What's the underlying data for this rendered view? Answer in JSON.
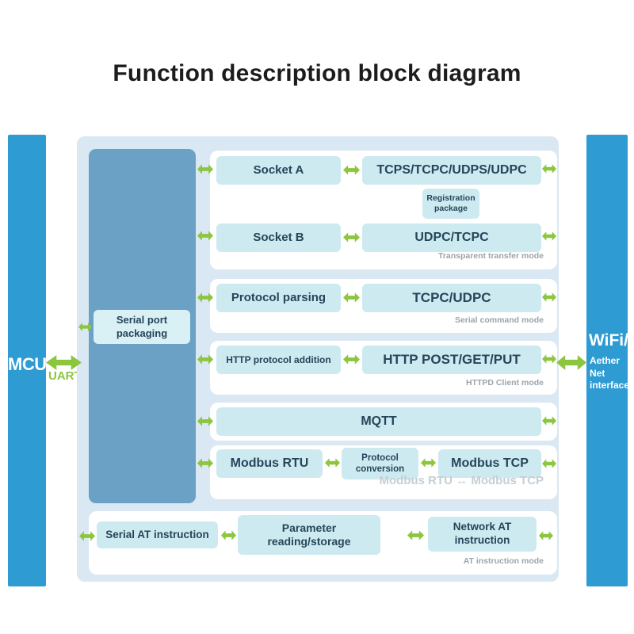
{
  "title": "Function description block diagram",
  "mcu": {
    "label": "MCU"
  },
  "uart": {
    "label": "UART"
  },
  "wifi": {
    "line1": "WiFi/",
    "line2": "Aether",
    "line3": "Net\ninterface"
  },
  "serial_port_packaging": {
    "label": "Serial port\npackaging"
  },
  "sections": {
    "transparent": {
      "socket_a": "Socket A",
      "socket_a_protocols": "TCPS/TCPC/UDPS/UDPC",
      "registration_package": "Registration\npackage",
      "socket_b": "Socket B",
      "socket_b_protocols": "UDPC/TCPC",
      "mode_label": "Transparent transfer mode"
    },
    "serial_command": {
      "left": "Protocol parsing",
      "right": "TCPC/UDPC",
      "mode_label": "Serial command mode"
    },
    "httpd_client": {
      "left": "HTTP protocol addition",
      "right": "HTTP POST/GET/PUT",
      "mode_label": "HTTPD Client mode"
    },
    "mqtt": {
      "label": "MQTT"
    },
    "modbus": {
      "left": "Modbus RTU",
      "mid": "Protocol\nconversion",
      "right": "Modbus TCP",
      "mode_label": "Modbus RTU ↔ Modbus TCP"
    },
    "at": {
      "left": "Serial AT instruction",
      "mid": "Parameter\nreading/storage",
      "right": "Network AT\ninstruction",
      "mode_label": "AT instruction mode"
    }
  },
  "colors": {
    "side_bar_blue": "#2e9bd3",
    "packaging_block_steel": "#6ba1c4",
    "container_bg": "#d9e8f2",
    "box_cyan": "#cdeaf0",
    "arrow_green": "#8cc63e",
    "box_text": "#25455a",
    "mode_label_gray": "#9ba4ab"
  }
}
